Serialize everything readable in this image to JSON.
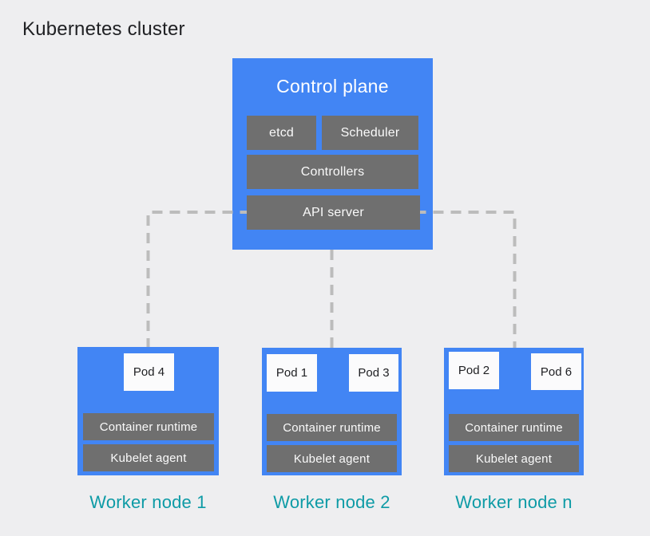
{
  "title": "Kubernetes cluster",
  "colors": {
    "background": "#eeeef0",
    "node_blue": "#4285f4",
    "component_gray": "#6f6f6f",
    "pod_white": "#fbfbfc",
    "connector_dash": "#bcbcbc",
    "worker_label_teal": "#0e9ba6",
    "title_text": "#202124",
    "component_text": "#fafafa",
    "pod_text": "#202124"
  },
  "control_plane": {
    "label": "Control plane",
    "components": {
      "etcd": "etcd",
      "scheduler": "Scheduler",
      "controllers": "Controllers",
      "api_server": "API server"
    }
  },
  "workers": [
    {
      "label": "Worker node 1",
      "pods": [
        "Pod 4"
      ],
      "container_runtime": "Container runtime",
      "kubelet_agent": "Kubelet agent"
    },
    {
      "label": "Worker node 2",
      "pods": [
        "Pod 1",
        "Pod 3"
      ],
      "container_runtime": "Container runtime",
      "kubelet_agent": "Kubelet agent"
    },
    {
      "label": "Worker node n",
      "pods": [
        "Pod 2",
        "Pod 6"
      ],
      "container_runtime": "Container runtime",
      "kubelet_agent": "Kubelet agent"
    }
  ]
}
